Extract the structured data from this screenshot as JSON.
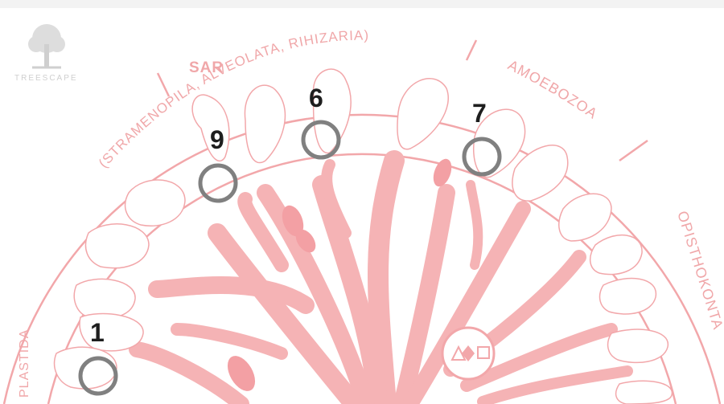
{
  "logo": {
    "text": "TREESCAPE",
    "icon": "tree-icon"
  },
  "groups": [
    {
      "id": "sar",
      "title": "SAR",
      "subtitle": "(STRAMENOPILA, ALVEOLATA, RIHIZARIA)"
    },
    {
      "id": "amoebozoa",
      "title": "AMOEBOZOA"
    },
    {
      "id": "opisthokonta",
      "title": "OPISTHOKONTA"
    },
    {
      "id": "archaeplastida",
      "title": "PLASTIDA"
    }
  ],
  "markers": [
    {
      "label": "1"
    },
    {
      "label": "9"
    },
    {
      "label": "6"
    },
    {
      "label": "7"
    }
  ],
  "symbols": {
    "center": [
      "triangle-icon",
      "diamond-icon",
      "square-icon"
    ]
  },
  "colors": {
    "tree": "#f5b3b5",
    "line": "#f2a2a5",
    "marker_ring": "#808080",
    "numbers": "#1e1e1e",
    "background": "#ffffff"
  }
}
